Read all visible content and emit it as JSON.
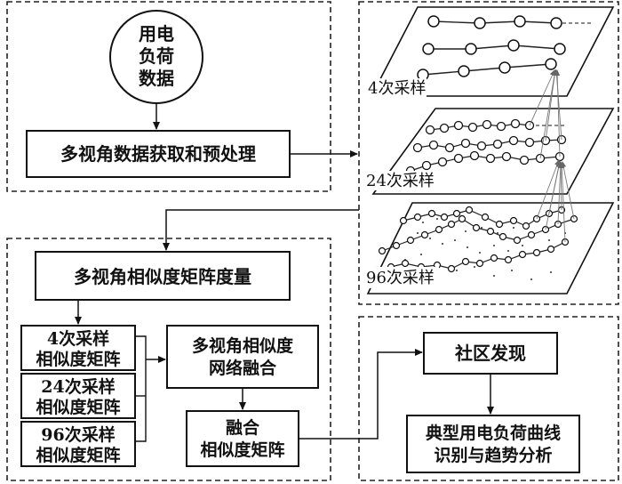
{
  "nodes": {
    "source_data": [
      "用电",
      "负荷",
      "数据"
    ],
    "acquisition": "多视角数据获取和预处理",
    "measure": "多视角相似度矩阵度量",
    "sim4": [
      "4次采样",
      "相似度矩阵"
    ],
    "sim24": [
      "24次采样",
      "相似度矩阵"
    ],
    "sim96": [
      "96次采样",
      "相似度矩阵"
    ],
    "fusion": [
      "多视角相似度",
      "网络融合"
    ],
    "fused_matrix": [
      "融合",
      "相似度矩阵"
    ],
    "community": "社区发现",
    "analysis": [
      "典型用电负荷曲线",
      "识别与趋势分析"
    ]
  },
  "layers": {
    "s4": "4次采样",
    "s24": "24次采样",
    "s96": "96次采样"
  }
}
